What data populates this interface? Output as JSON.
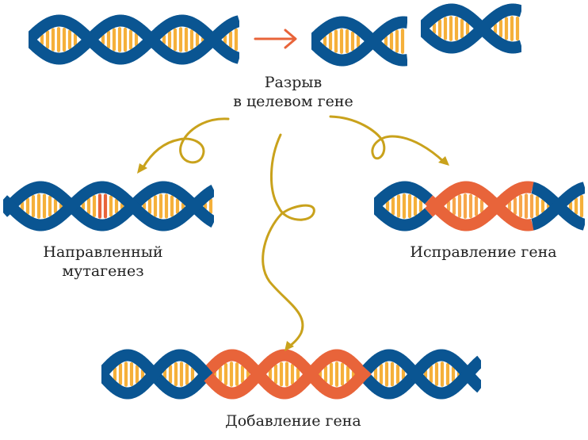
{
  "diagram": {
    "title": "CRISPR gene editing outcomes",
    "colors": {
      "backbone": "#0a5592",
      "edited_backbone": "#e8643a",
      "base_pair": "#f5b03a",
      "edited_base_pair": "#e8643a",
      "arrow_orange": "#e8643a",
      "curly_arrow": "#c9a21c",
      "text": "#222222"
    },
    "break_label": {
      "line1": "Разрыв",
      "line2": "в целевом гене"
    },
    "outcomes": [
      {
        "id": "mutagenesis",
        "line1": "Направленный",
        "line2": "мутагенез"
      },
      {
        "id": "correction",
        "line1": "Исправление гена",
        "line2": ""
      },
      {
        "id": "addition",
        "line1": "Добавление гена",
        "line2": ""
      }
    ],
    "strands": [
      {
        "id": "intact",
        "segments": 4,
        "edit": "none"
      },
      {
        "id": "broken-left",
        "segments": 2,
        "edit": "none"
      },
      {
        "id": "broken-right",
        "segments": 2,
        "edit": "none"
      },
      {
        "id": "mutated",
        "segments": 4,
        "edit": "point-mutation"
      },
      {
        "id": "corrected",
        "segments": 4,
        "edit": "replaced-section"
      },
      {
        "id": "added",
        "segments": 7,
        "edit": "inserted-section"
      }
    ]
  }
}
